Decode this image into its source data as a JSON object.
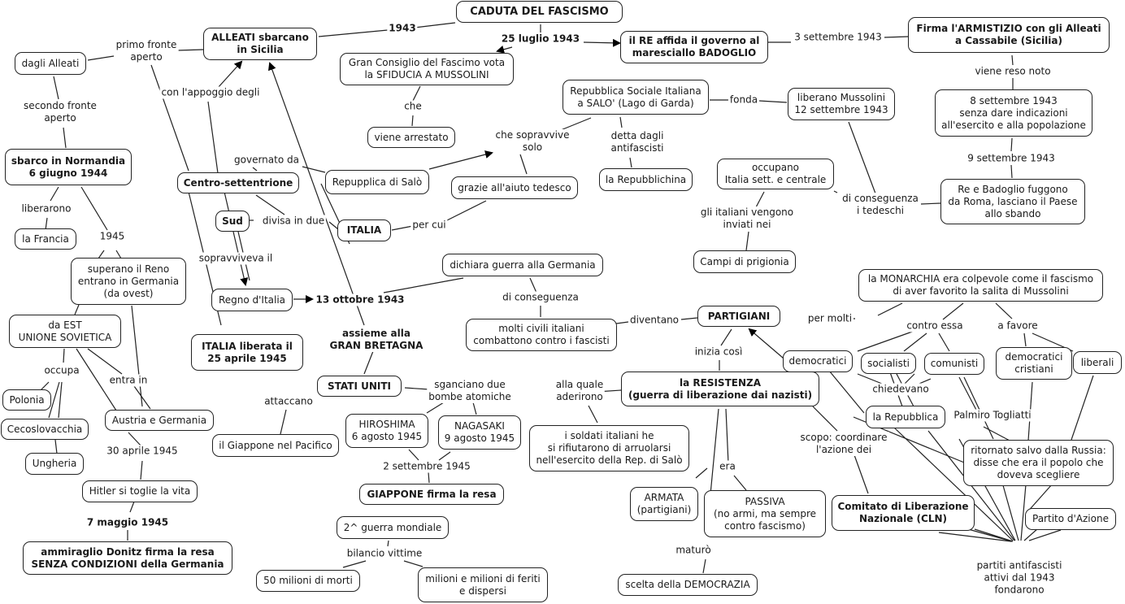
{
  "title": "CADUTA DEL FASCISMO",
  "nodes": {
    "caduta": "CADUTA DEL FASCISMO",
    "alleati_sicilia": "ALLEATI sbarcano\nin Sicilia",
    "re_badoglio": "il RE affida il governo al\nmaresciallo BADOGLIO",
    "armistizio": "Firma l'ARMISTIZIO con gli Alleati\na Cassabile (Sicilia)",
    "gran_consiglio": "Gran Consiglio del Fascimo vota\nla SFIDUCIA A MUSSOLINI",
    "arrestato": "viene arrestato",
    "rsi": "Repubblica Sociale Italiana\na SALO' (Lago di Garda)",
    "liberano_mussolini": "liberano Mussolini\n12 settembre 1943",
    "otto_sett": "8 settembre 1943\nsenza dare indicazioni\nall'esercito e alla popolazione",
    "dagli_alleati": "dagli Alleati",
    "normandia": "sbarco in Normandia\n6 giugno 1944",
    "centro_sett": "Centro-settentrione",
    "repupplica_salo": "Repupplica di Salò",
    "aiuto_tedesco": "grazie all'aiuto tedesco",
    "repubblichina": "la Repubblichina",
    "occupano": "occupano\nItalia sett. e centrale",
    "re_fuggono": "Re e Badoglio fuggono\nda Roma, lasciano il Paese\nallo sbando",
    "sud": "Sud",
    "italia": "ITALIA",
    "la_francia": "la Francia",
    "campi": "Campi di prigionia",
    "superano_reno": "superano il Reno\nentrano in Germania\n(da ovest)",
    "regno_italia": "Regno d'Italia",
    "dichiara_guerra": "dichiara guerra alla Germania",
    "monarchia": "la MONARCHIA era colpevole come il fascismo\ndi aver favorito la salita di Mussolini",
    "urss": "da EST\nUNIONE SOVIETICA",
    "civili": "molti civili italiani\ncombattono contro i fascisti",
    "partigiani": "PARTIGIANI",
    "italia_liberata": "ITALIA liberata il\n25 aprile 1945",
    "democratici": "democratici",
    "socialisti": "socialisti",
    "comunisti": "comunisti",
    "dc": "democratici\ncristiani",
    "liberali": "liberali",
    "stati_uniti": "STATI UNITI",
    "resistenza": "la RESISTENZA\n(guerra di liberazione dai nazisti)",
    "polonia": "Polonia",
    "austria_germania": "Austria e Germania",
    "cecoslovacchia": "Cecoslovacchia",
    "hiroshima": "HIROSHIMA\n6 agosto 1945",
    "nagasaki": "NAGASAKI\n9 agosto 1945",
    "soldati": "i soldati italiani he\nsi rifiutarono di arruolarsi\nnell'esercito della Rep. di Salò",
    "la_repubblica": "la Repubblica",
    "giappone_pacifico": "il Giappone nel Pacifico",
    "ungheria": "Ungheria",
    "togliatti_box": "ritornato salvo dalla Russia:\ndisse che era il popolo che\ndoveva scegliere",
    "hitler": "Hitler si toglie la vita",
    "giappone_resa": "GIAPPONE firma la resa",
    "armata": "ARMATA\n(partigiani)",
    "passiva": "PASSIVA\n(no armi, ma sempre\ncontro fascismo)",
    "cln": "Comitato di Liberazione\nNazionale (CLN)",
    "partito_azione": "Partito d'Azione",
    "guerra_mondiale": "2^ guerra mondiale",
    "donitz": "ammiraglio Donitz firma la resa\nSENZA CONDIZIONI della Germania",
    "morti": "50 milioni di morti",
    "feriti": "milioni e milioni di feriti\ne dispersi",
    "democrazia": "scelta della DEMOCRAZIA"
  },
  "labels": {
    "l1943": "1943",
    "l25luglio": "25 luglio 1943",
    "l3sett": "3 settembre 1943",
    "primo_fronte": "primo fronte\naperto",
    "viene_reso": "viene reso noto",
    "con_appoggio": "con l'appoggio degli",
    "che": "che",
    "fonda": "fonda",
    "secondo_fronte": "secondo fronte\naperto",
    "sopravvive": "che sopravvive\nsolo",
    "detta": "detta dagli\nantifascisti",
    "governato": "governato da",
    "nove_sett": "9 settembre 1943",
    "di_conseguenza_ted": "di conseguenza\ni tedeschi",
    "liberarono": "liberarono",
    "divisa": "divisa in due",
    "italiani_vengono": "gli italiani vengono\ninviati nei",
    "per_cui": "per cui",
    "l1945": "1945",
    "sopravviveva": "sopravviveva il",
    "di_conseguenza": "di conseguenza",
    "l13ottobre": "13 ottobre 1943",
    "diventano": "diventano",
    "per_molti": "per molti",
    "contro_essa": "contro essa",
    "a_favore": "a favore",
    "assieme": "assieme alla\nGRAN BRETAGNA",
    "inizia": "inizia così",
    "occupa": "occupa",
    "entra_in": "entra in",
    "chiedevano": "chiedevano",
    "attaccano": "attaccano",
    "sganciano": "sganciano due\nbombe atomiche",
    "alla_quale": "alla quale\naderirono",
    "togliatti": "Palmiro Togliatti",
    "aprile1945": "30 aprile 1945",
    "scopo": "scopo: coordinare\nl'azione dei",
    "era": "era",
    "sett1945": "2 settembre 1945",
    "maggio1945": "7 maggio 1945",
    "bilancio": "bilancio vittime",
    "maturo": "maturò",
    "partiti_antifascisti": "partiti antifascisti\nattivi dal 1943 fondarono"
  }
}
